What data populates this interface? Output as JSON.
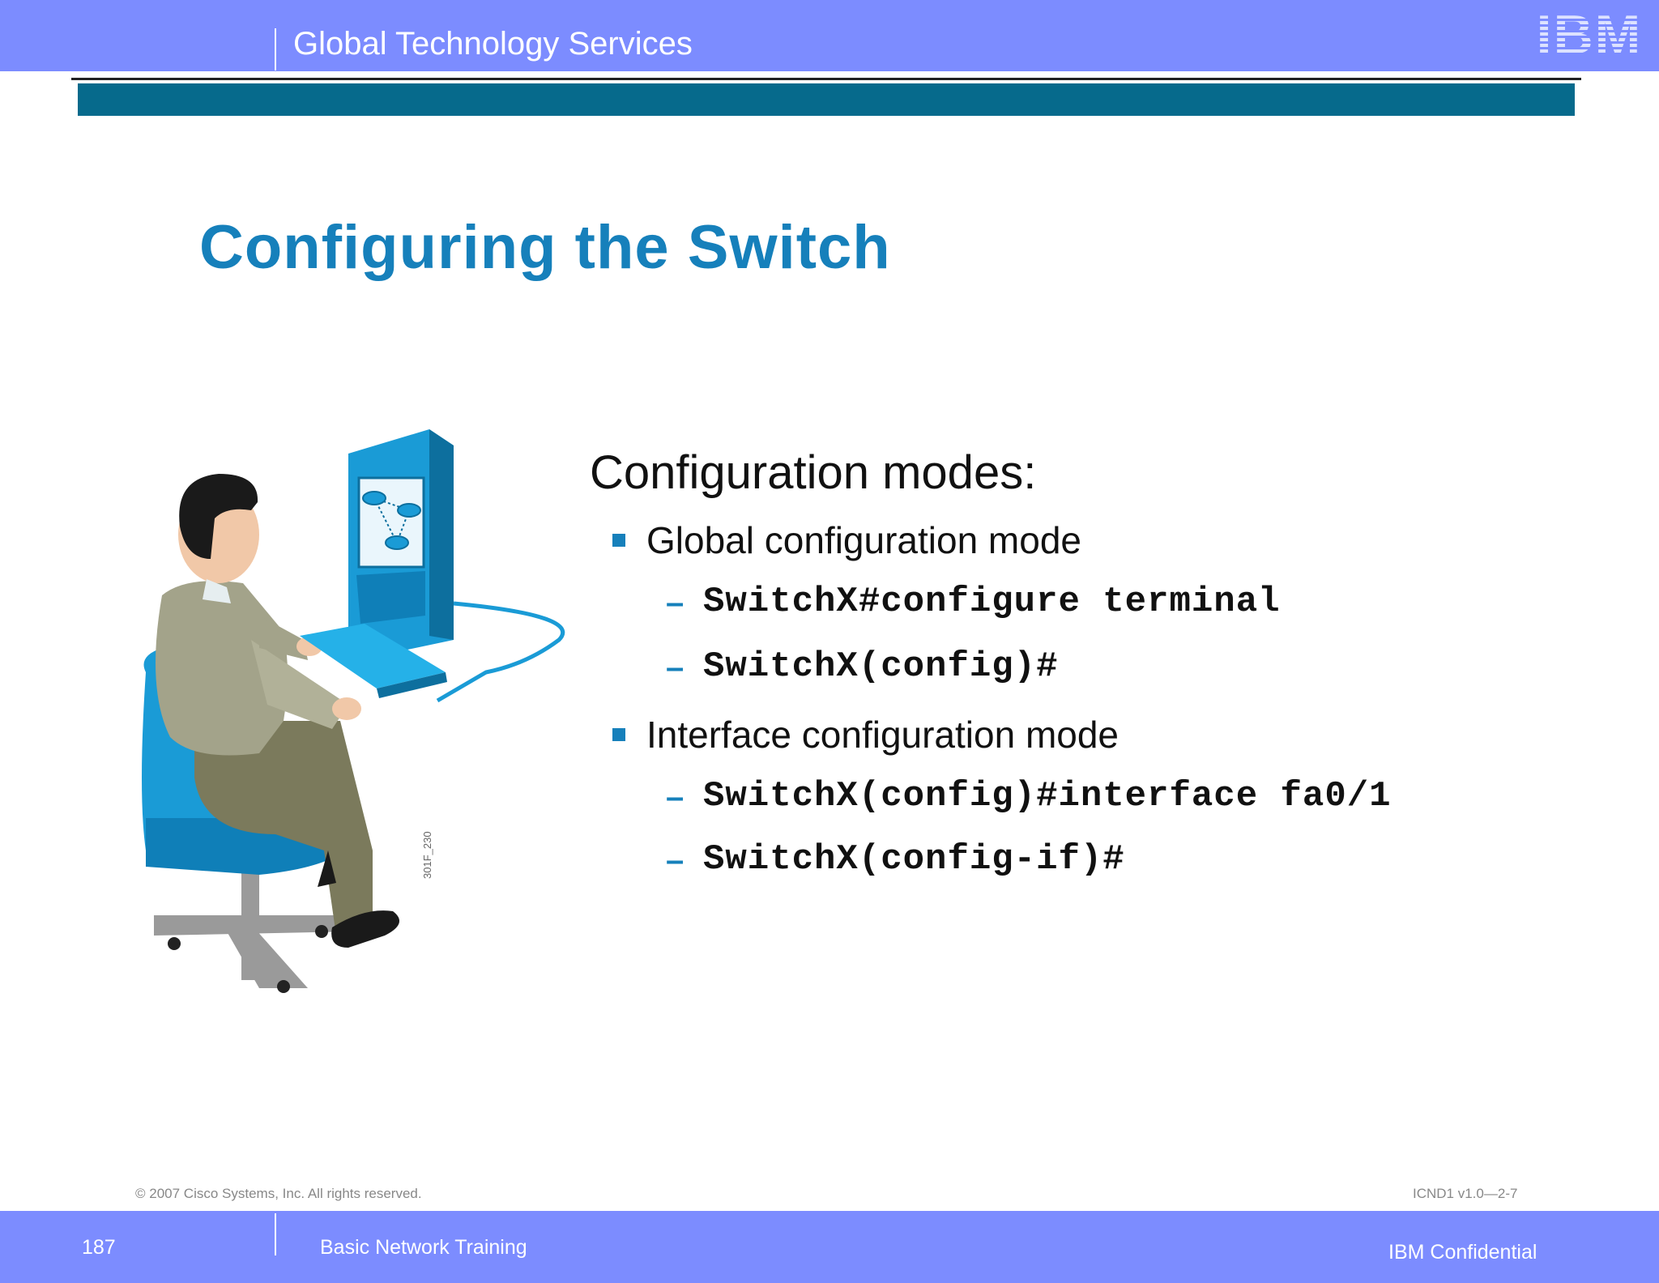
{
  "header": {
    "title": "Global Technology Services",
    "logo_text": "IBM"
  },
  "slide": {
    "title": "Configuring the Switch",
    "figure_code": "301F_230",
    "modes_heading": "Configuration modes:",
    "bullets": [
      {
        "label": "Global configuration mode",
        "commands": [
          "SwitchX#configure terminal",
          "SwitchX(config)#"
        ]
      },
      {
        "label": "Interface configuration mode",
        "commands": [
          "SwitchX(config)#interface fa0/1",
          "SwitchX(config-if)#"
        ]
      }
    ],
    "dash": "–",
    "copyright": "© 2007 Cisco Systems, Inc. All rights reserved.",
    "course_code": "ICND1 v1.0—2-7"
  },
  "footer": {
    "page_number": "187",
    "course_name": "Basic Network Training",
    "confidential": "IBM Confidential"
  },
  "colors": {
    "header_bar": "#7c8cff",
    "teal_band": "#066a8c",
    "title_blue": "#1680bb",
    "illustration_blue": "#1a9bd6"
  },
  "icons": {
    "logo": "ibm-logo",
    "illustration": "person-at-computer-illustration"
  }
}
